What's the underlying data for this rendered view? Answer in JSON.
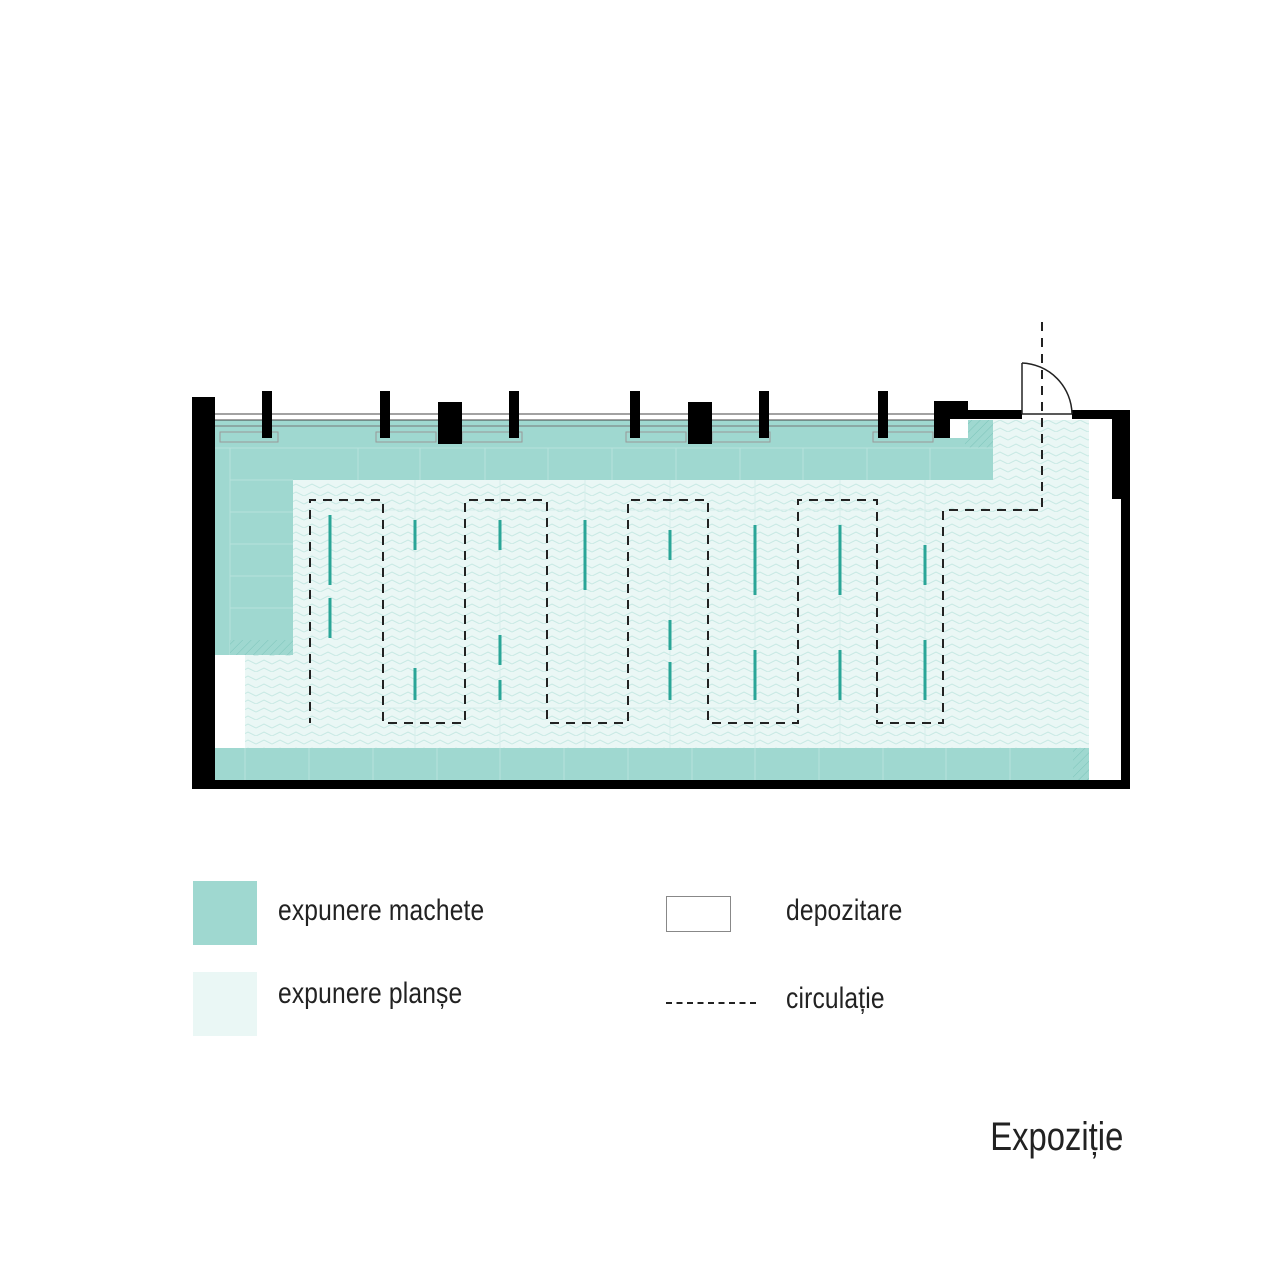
{
  "title": "Expoziție",
  "legend": {
    "models": "expunere machete",
    "boards": "expunere planșe",
    "storage": "depozitare",
    "circulation": "circulație"
  },
  "colors": {
    "models": "#9fd8d0",
    "boards": "#e9f6f5",
    "wall": "#000000",
    "circulation": "#222222",
    "board_panel": "#2aa597"
  }
}
